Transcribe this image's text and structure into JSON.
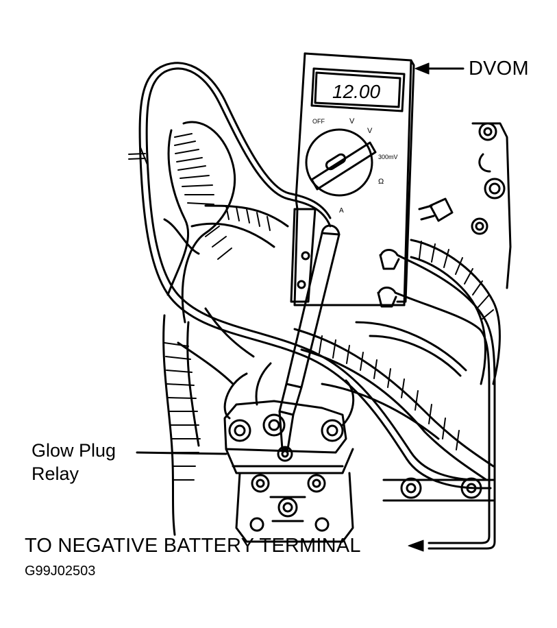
{
  "figure": {
    "meter_reading": "12.00",
    "meter_dial": {
      "off": "OFF",
      "v_ac": "V",
      "v_dc": "V",
      "mv": "300mV",
      "ohm": "Ω",
      "amp": "A"
    },
    "labels": {
      "dvom": "DVOM",
      "glow_plug_line1": "Glow Plug",
      "glow_plug_line2": "Relay",
      "negative_terminal": "TO NEGATIVE BATTERY TERMINAL"
    },
    "figure_code": "G99J02503"
  }
}
